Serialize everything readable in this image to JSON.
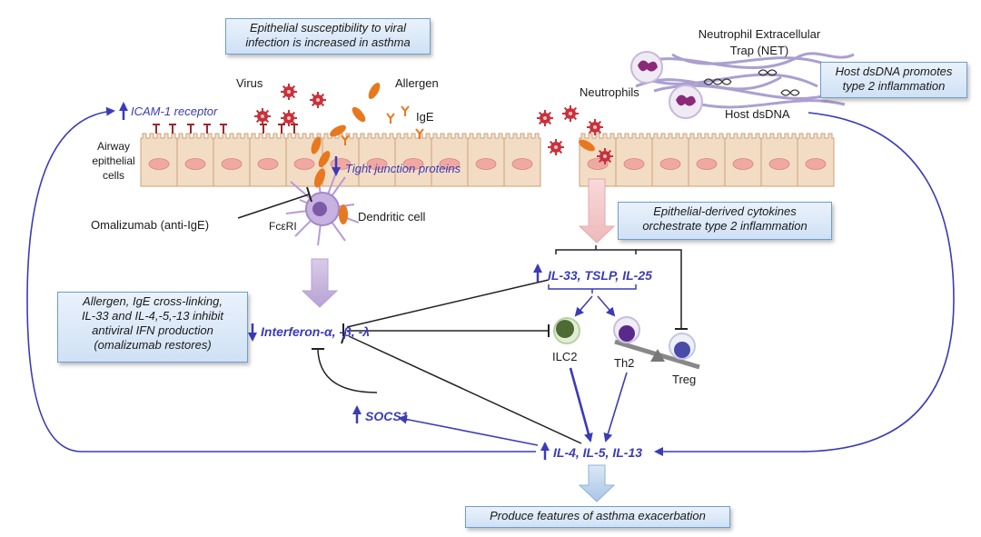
{
  "boxes": {
    "epithelial_susceptibility": [
      "Epithelial susceptibility to viral",
      "infection is increased in asthma"
    ],
    "host_dsdna_promotes": [
      "Host dsDNA promotes",
      "type 2 inflammation"
    ],
    "epithelial_cytokines": [
      "Epithelial-derived cytokines",
      "orchestrate type 2 inflammation"
    ],
    "allergen_ige": [
      "Allergen, IgE cross-linking,",
      "IL-33 and IL-4,-5,-13 inhibit",
      "antiviral IFN production",
      "(omalizumab restores)"
    ],
    "produce_features": "Produce features of asthma exacerbation"
  },
  "labels": {
    "virus": "Virus",
    "allergen": "Allergen",
    "ige": "IgE",
    "net": [
      "Neutrophil Extracellular",
      "Trap (NET)"
    ],
    "neutrophils": "Neutrophils",
    "host_dsdna": "Host dsDNA",
    "icam1": "ICAM-1 receptor",
    "airway_cells": [
      "Airway",
      "epithelial",
      "cells"
    ],
    "tight_junction": "Tight junction proteins",
    "omalizumab": "Omalizumab (anti-IgE)",
    "fceri": "FcεRI",
    "dendritic_cell": "Dendritic cell",
    "il33_tslp_il25": "IL-33, TSLP, IL-25",
    "interferon": "Interferon-α, -β, -λ",
    "ilc2": "ILC2",
    "th2": "Th2",
    "treg": "Treg",
    "socs1": "SOCS1",
    "il4_il5_il13": "IL-4, IL-5, IL-13"
  },
  "colors": {
    "arrow_blue": "#3b3bb8",
    "cell_fill": "#f3dcc4",
    "nucleus": "#f0a9a2",
    "virus": "#c8323c",
    "allergen": "#e8781e",
    "dendritic": "#b79ad8",
    "box_border": "#6f9ccf"
  }
}
